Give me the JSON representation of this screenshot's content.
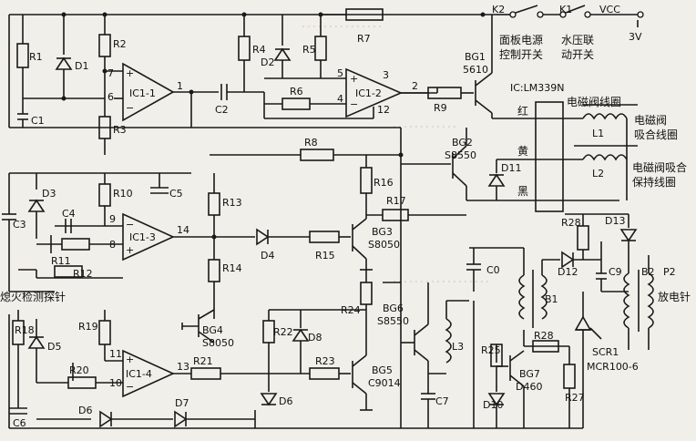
{
  "labels": {
    "k2": "K2",
    "k1": "K1",
    "vcc": "VCC",
    "v3": "3V",
    "panel_switch_1": "面板电源",
    "panel_switch_2": "控制开关",
    "water_switch_1": "水压联",
    "water_switch_2": "动开关",
    "bg1": "BG1",
    "bg1_model": "5610",
    "ic": "IC:LM339N",
    "solenoid_coil": "电磁阀线圈",
    "red": "红",
    "yellow": "黄",
    "black": "黑",
    "l1": "L1",
    "l2": "L2",
    "pull_coil_1": "电磁阀",
    "pull_coil_2": "吸合线圈",
    "hold_coil_1": "电磁阀吸合",
    "hold_coil_2": "保持线圈",
    "r1": "R1",
    "d1": "D1",
    "c1": "C1",
    "r2": "R2",
    "r3": "R3",
    "ic1_1": "IC1-1",
    "r4": "R4",
    "d2": "D2",
    "r5": "R5",
    "r7": "R7",
    "c2": "C2",
    "r6": "R6",
    "ic1_2": "IC1-2",
    "r9": "R9",
    "r8": "R8",
    "bg2": "BG2",
    "bg2_model": "S8550",
    "d11": "D11",
    "d3": "D3",
    "r10": "R10",
    "c5": "C5",
    "r13": "R13",
    "r16": "R16",
    "r17": "R17",
    "c3": "C3",
    "c4": "C4",
    "ic1_3": "IC1-3",
    "r11": "R11",
    "r12": "R12",
    "d4": "D4",
    "r15": "R15",
    "bg3": "BG3",
    "bg3_model": "S8050",
    "r28a": "R28",
    "d13": "D13",
    "c0": "C0",
    "d12": "D12",
    "c9": "C9",
    "b1": "B1",
    "b2": "B2",
    "p2": "P2",
    "spark": "放电针",
    "probe": "熄火检测探针",
    "r14": "R14",
    "r24": "R24",
    "bg6": "BG6",
    "bg6_model": "S8550",
    "r18": "R18",
    "d5": "D5",
    "r19": "R19",
    "bg4": "BG4",
    "bg4_model": "S8050",
    "r22": "R22",
    "d8": "D8",
    "l3": "L3",
    "r25": "R25",
    "r28b": "R28",
    "scr1": "SCR1",
    "scr_model": "MCR100-6",
    "r20": "R20",
    "ic1_4": "IC1-4",
    "r21": "R21",
    "r23": "R23",
    "bg5": "BG5",
    "bg5_model": "C9014",
    "c7": "C7",
    "bg7": "BG7",
    "bg7_model": "D460",
    "r27": "R27",
    "d10": "D10",
    "c6": "C6",
    "d6": "D6",
    "d7": "D7",
    "pin7": "7",
    "pin6": "6",
    "pin1": "1",
    "pin5": "5",
    "pin4": "4",
    "pin3": "3",
    "pin2": "2",
    "pin12": "12",
    "pin9": "9",
    "pin8": "8",
    "pin14": "14",
    "pin11": "11",
    "pin10": "10",
    "pin13": "13",
    "plus": "+",
    "minus": "−"
  }
}
